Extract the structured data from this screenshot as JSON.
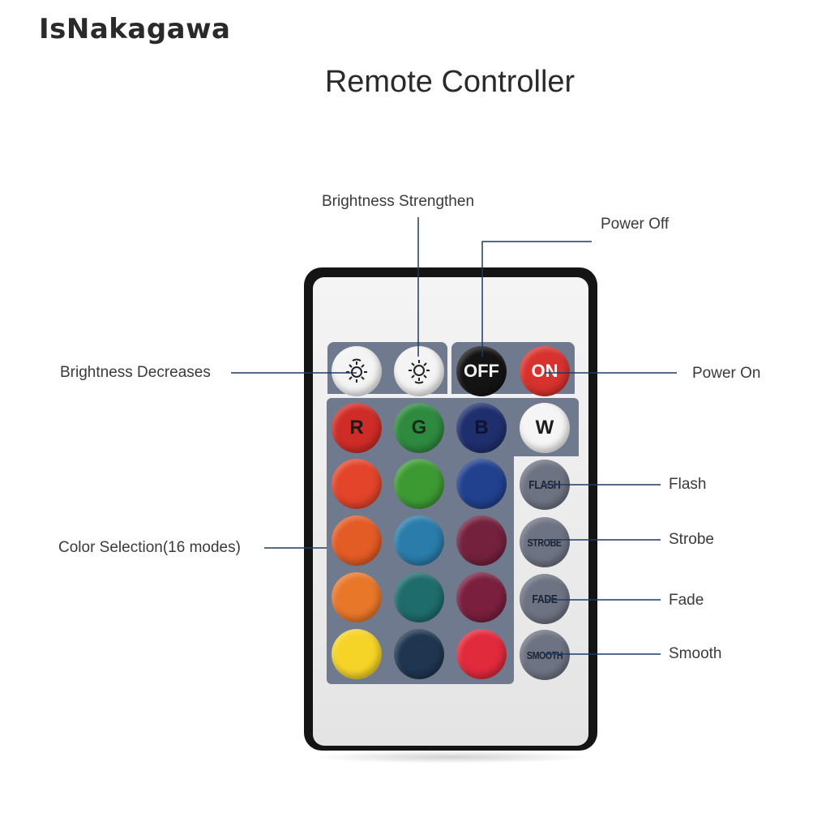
{
  "brand": "IsNakagawa",
  "title": "Remote Controller",
  "labels": {
    "brightness_strengthen": "Brightness Strengthen",
    "power_off": "Power Off",
    "brightness_decreases": "Brightness Decreases",
    "power_on": "Power On",
    "flash": "Flash",
    "strobe": "Strobe",
    "color_selection": "Color Selection(16 modes)",
    "fade": "Fade",
    "smooth": "Smooth"
  },
  "buttons": {
    "off": "OFF",
    "on": "ON",
    "r": "R",
    "g": "G",
    "b": "B",
    "w": "W",
    "flash": "FLASH",
    "strobe": "STROBE",
    "fade": "FADE",
    "smooth": "SMOOTH"
  },
  "colors": {
    "line": "#1f3a66",
    "panel": "#6f7a8f",
    "off_button": "#141414",
    "on_button": "#d8322e",
    "r_button": "#cf2c27",
    "g_button": "#2e8a3e",
    "b_button": "#1f2f6e",
    "w_button": "#f5f5f5",
    "palette": [
      [
        "#e3442a",
        "#3d9a33",
        "#21408e"
      ],
      [
        "#e35b25",
        "#2a7cab",
        "#74213d"
      ],
      [
        "#e8772a",
        "#1f6c6c",
        "#7a1f3e"
      ],
      [
        "#f5d327",
        "#1f3550",
        "#e12a3c"
      ]
    ]
  }
}
